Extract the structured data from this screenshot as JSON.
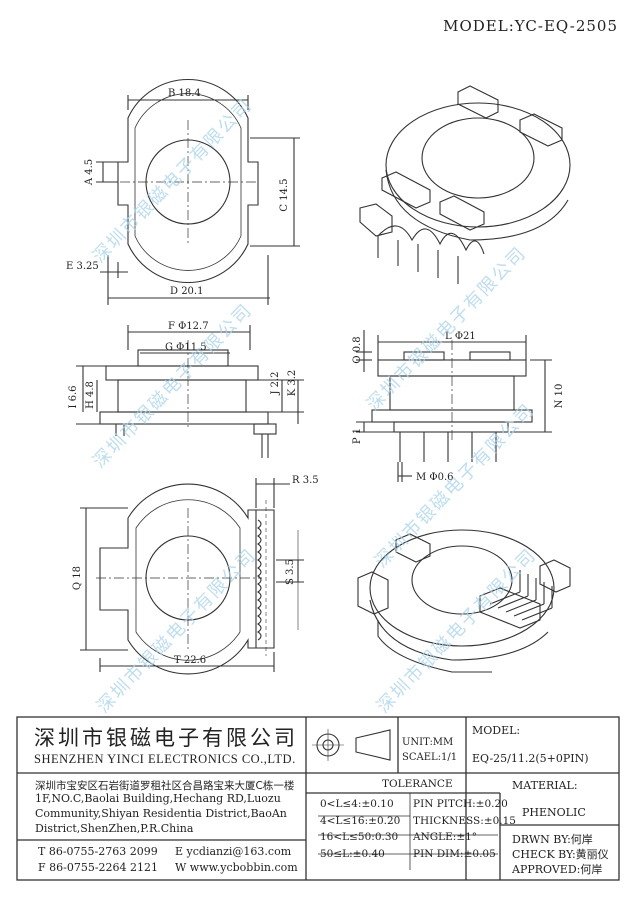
{
  "model_label": "MODEL:YC-EQ-2505",
  "watermark": "深圳市银磁电子有限公司",
  "dims": {
    "B": "B 18.4",
    "A": "A 4.5",
    "C": "C 14.5",
    "E": "E 3.25",
    "D": "D 20.1",
    "F": "F Φ12.7",
    "G": "G Φ11.5",
    "I": "I 6.6",
    "H": "H 4.8",
    "J": "J 2.2",
    "K": "K 3.2",
    "L": "L Φ21",
    "O": "O 0.8",
    "N": "N 10",
    "P": "P 1",
    "M": "M Φ0.6",
    "R": "R 3.5",
    "Q": "Q 18",
    "S": "S 3.5",
    "T": "T 22.6"
  },
  "company": {
    "name_cn": "深圳市银磁电子有限公司",
    "name_en": "SHENZHEN YINCI ELECTRONICS CO.,LTD.",
    "address_cn": "深圳市宝安区石岩街道罗租社区合昌路宝来大厦C栋一楼",
    "address_en_1": "1F,NO.C,Baolai Building,Hechang RD,Luozu",
    "address_en_2": "Community,Shiyan Residentia District,BaoAn",
    "address_en_3": "District,ShenZhen,P.R.China",
    "tel": "T 86-0755-2763 2099",
    "fax": "F 86-0755-2264 2121",
    "email": "E ycdianzi@163.com",
    "web": "W www.ycbobbin.com"
  },
  "units": {
    "unit": "UNIT:MM",
    "scale": "SCAEL:1/1"
  },
  "model_block": {
    "label": "MODEL:",
    "value": "EQ-25/11.2(5+0PIN)"
  },
  "tolerance": {
    "title": "TOLERANCE",
    "rows": [
      {
        "range": "0<L≤4:±0.10",
        "spec": "PIN PITCH:±0.20"
      },
      {
        "range": "4<L≤16:±0.20",
        "spec": "THICKNESS:±0.15"
      },
      {
        "range": "16<L≤50:0.30",
        "spec": "ANGLE:±1°"
      },
      {
        "range": "50≤L:±0.40",
        "spec": "PIN DIM:±0.05"
      }
    ]
  },
  "material": {
    "label": "MATERIAL:",
    "value": "PHENOLIC"
  },
  "approvals": {
    "drawn": "DRWN BY:何岸",
    "check": "CHECK BY:黄丽仪",
    "approved": "APPROVED:何岸"
  }
}
